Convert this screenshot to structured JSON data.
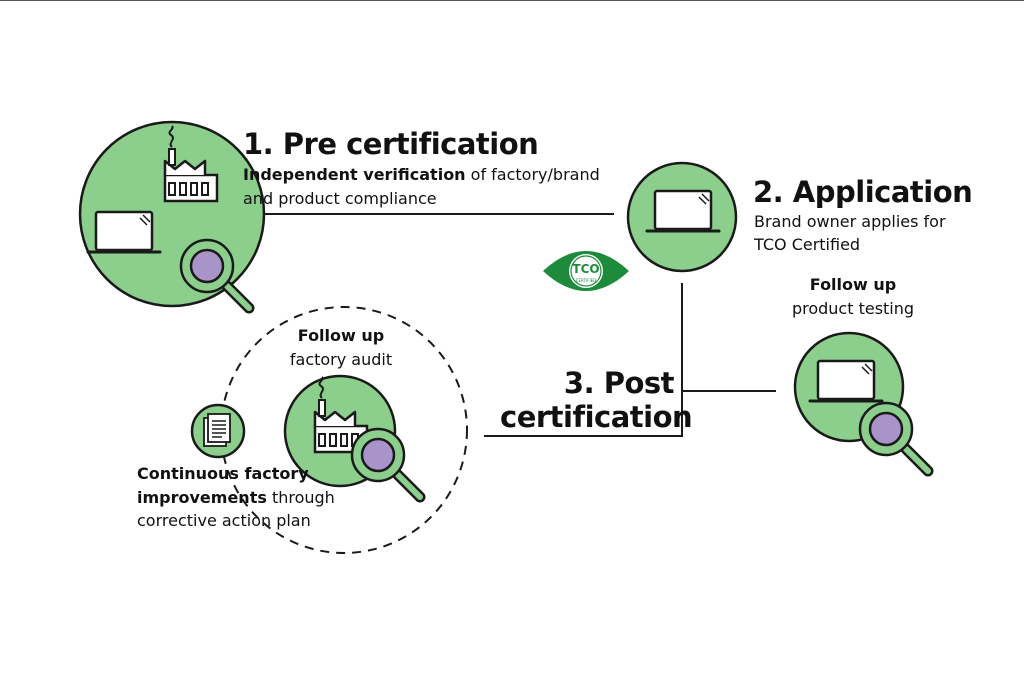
{
  "step1": {
    "title": "1. Pre certification",
    "desc_bold": "Independent verification",
    "desc_rest": " of factory/brand",
    "desc_line2": "and product compliance"
  },
  "step2": {
    "title": "2. Application",
    "desc_line1": "Brand owner applies for",
    "desc_line2": "TCO Certified"
  },
  "step3": {
    "title_line1": "3. Post",
    "title_line2": "certification"
  },
  "followup_testing": {
    "label": "Follow up",
    "desc": "product testing"
  },
  "followup_audit": {
    "label": "Follow up",
    "desc": "factory audit"
  },
  "improvements": {
    "bold_line1": "Continuous factory",
    "bold_line2": "improvements",
    "rest_line2": " through",
    "line3": "corrective action plan"
  },
  "logo": {
    "mark": "TCO",
    "sub": "CERTIFIED"
  },
  "colors": {
    "circle_fill": "#8ccf8c",
    "outline": "#1a1a1a",
    "magnifier_lens": "#a894c8",
    "logo_green": "#1e8a3c"
  },
  "icons": [
    "factory-icon",
    "laptop-icon",
    "magnifier-icon",
    "document-icon",
    "tco-certified-logo"
  ]
}
